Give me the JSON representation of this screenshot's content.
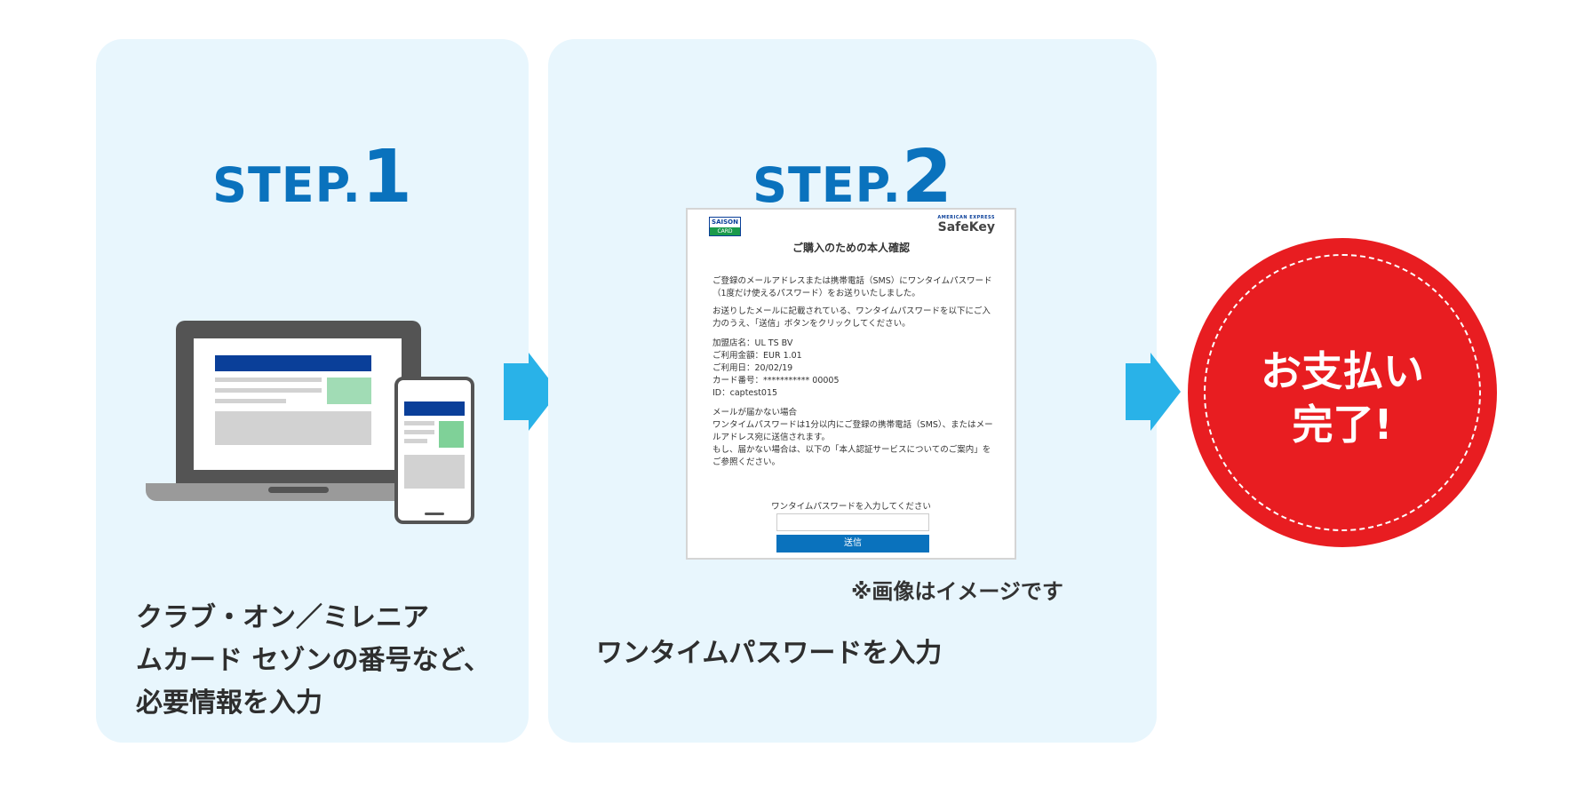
{
  "step1": {
    "label": "STEP.",
    "number": "1",
    "description_lines": [
      "クラブ・オン／ミレニア",
      "ムカード セゾンの番号など、",
      "必要情報を入力"
    ]
  },
  "step2": {
    "label": "STEP.",
    "number": "2",
    "description": "ワンタイムパスワードを入力",
    "note": "※画像はイメージです"
  },
  "mock": {
    "saison_top": "SAISON",
    "saison_bottom": "CARD",
    "amex": "AMERICAN EXPRESS",
    "safekey": "SafeKey",
    "title": "ご購入のための本人確認",
    "para1": "ご登録のメールアドレスまたは携帯電話（SMS）にワンタイムパスワード（1度だけ使えるパスワード）をお送りいたしました。",
    "para2": "お送りしたメールに記載されている、ワンタイムパスワードを以下にご入力のうえ、「送信」ボタンをクリックしてください。",
    "details": [
      "加盟店名：UL TS BV",
      "ご利用金額：EUR 1.01",
      "ご利用日：20/02/19",
      "カード番号：*********** 00005",
      "ID：captest015"
    ],
    "nomail_head": "メールが届かない場合",
    "nomail_1": "ワンタイムパスワードは1分以内にご登録の携帯電話（SMS）、またはメールアドレス宛に送信されます。",
    "nomail_2": "もし、届かない場合は、以下の「本人認証サービスについてのご案内」をご参照ください。",
    "otp_label": "ワンタイムパスワードを入力してください",
    "submit": "送信"
  },
  "complete": {
    "line1": "お支払い",
    "line2": "完了!"
  },
  "colors": {
    "panel_bg": "#e8f6fd",
    "accent_blue": "#0a72bd",
    "arrow": "#29b2e8",
    "badge_red": "#e81d21"
  }
}
